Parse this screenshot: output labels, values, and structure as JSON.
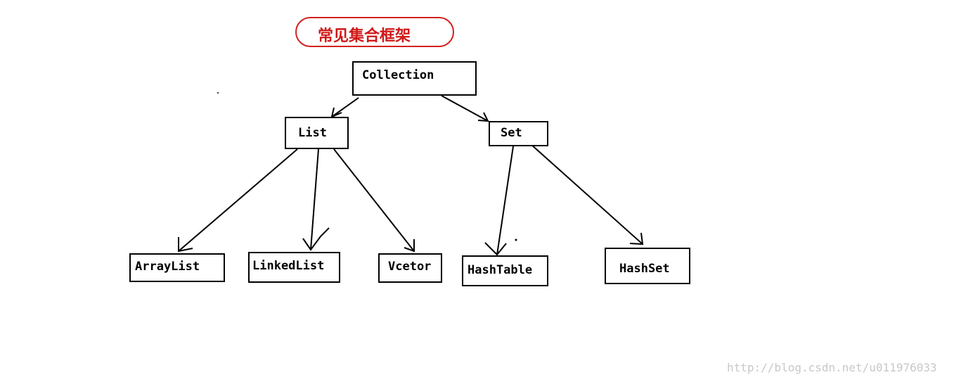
{
  "title": "常见集合框架",
  "watermark": "http://blog.csdn.net/u011976033",
  "nodes": {
    "collection": "Collection",
    "list": "List",
    "set": "Set",
    "arraylist": "ArrayList",
    "linkedlist": "LinkedList",
    "vcetor": "Vcetor",
    "hashtable": "HashTable",
    "hashset": "HashSet"
  },
  "edges": [
    {
      "from": "Collection",
      "to": "List"
    },
    {
      "from": "Collection",
      "to": "Set"
    },
    {
      "from": "List",
      "to": "ArrayList"
    },
    {
      "from": "List",
      "to": "LinkedList"
    },
    {
      "from": "List",
      "to": "Vcetor"
    },
    {
      "from": "Set",
      "to": "HashTable"
    },
    {
      "from": "Set",
      "to": "HashSet"
    }
  ],
  "colors": {
    "title": "#d01818",
    "title_border": "#d42020",
    "lines": "#000000",
    "watermark": "#c8c8c8"
  }
}
